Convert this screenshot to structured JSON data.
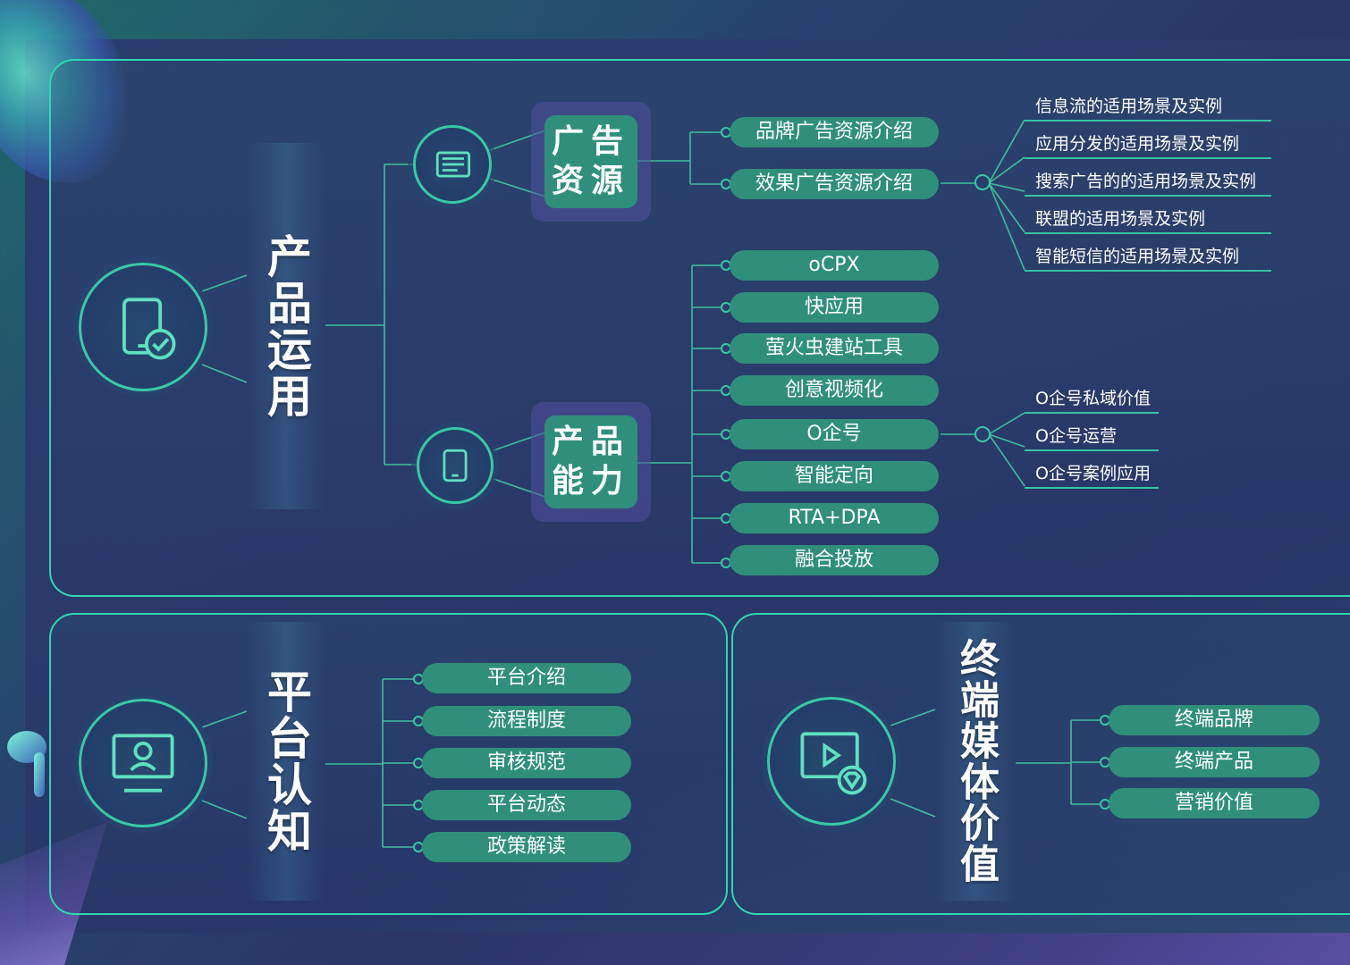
{
  "product": {
    "title": "产品运用",
    "ad_resources": {
      "title": "广告资源",
      "items": [
        "品牌广告资源介绍",
        "效果广告资源介绍"
      ],
      "effect_details": [
        "信息流的适用场景及实例",
        "应用分发的适用场景及实例",
        "搜索广告的的适用场景及实例",
        "联盟的适用场景及实例",
        "智能短信的适用场景及实例"
      ]
    },
    "capability": {
      "title": "产品能力",
      "items": [
        "oCPX",
        "快应用",
        "萤火虫建站工具",
        "创意视频化",
        "O企号",
        "智能定向",
        "RTA+DPA",
        "融合投放"
      ],
      "oqh_details": [
        "O企号私域价值",
        "O企号运营",
        "O企号案例应用"
      ]
    }
  },
  "platform": {
    "title": "平台认知",
    "items": [
      "平台介绍",
      "流程制度",
      "审核规范",
      "平台动态",
      "政策解读"
    ]
  },
  "terminal": {
    "title": "终端媒体价值",
    "items": [
      "终端品牌",
      "终端产品",
      "营销价值"
    ]
  },
  "colors": {
    "accent": "#2fd8ad",
    "pill": "#2f8f7a",
    "tile_frame": "#50509f"
  },
  "icons": [
    "tablet-check-icon",
    "newspaper-icon",
    "tablet-icon",
    "monitor-profile-icon",
    "video-diamond-icon"
  ]
}
